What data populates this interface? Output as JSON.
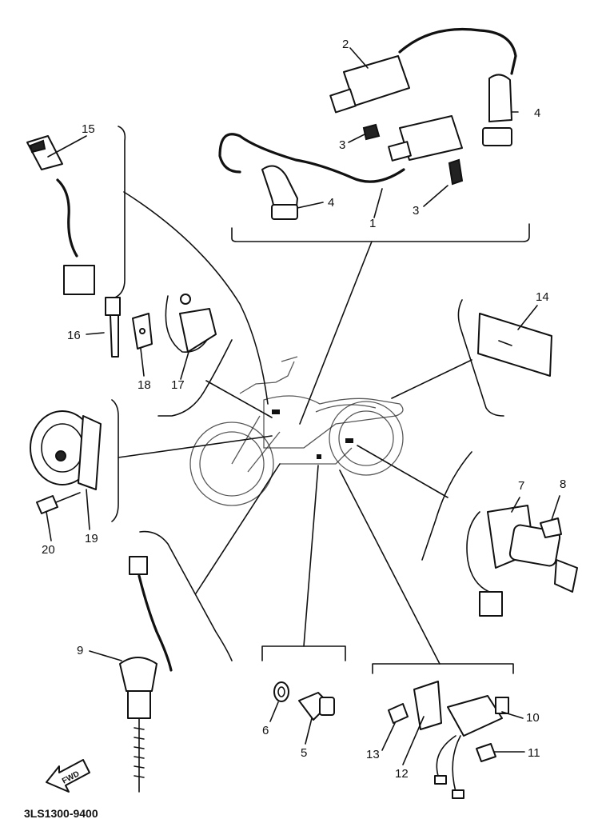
{
  "callouts": [
    "1",
    "2",
    "3",
    "3",
    "4",
    "4",
    "5",
    "6",
    "7",
    "8",
    "9",
    "10",
    "11",
    "12",
    "13",
    "14",
    "15",
    "16",
    "17",
    "18",
    "19",
    "20"
  ],
  "drawing_code": "3LS1300-9400",
  "fwd_label": "FWD",
  "colors": {
    "line": "#111111",
    "background": "#ffffff"
  },
  "icons": [
    "ignition-coil-icon",
    "spark-plug-cap-icon",
    "screw-icon",
    "horn-icon",
    "switch-icon",
    "relay-icon",
    "main-switch-icon",
    "reflector-icon",
    "washer-icon",
    "bolt-icon",
    "fwd-arrow-icon",
    "motorcycle-icon"
  ]
}
